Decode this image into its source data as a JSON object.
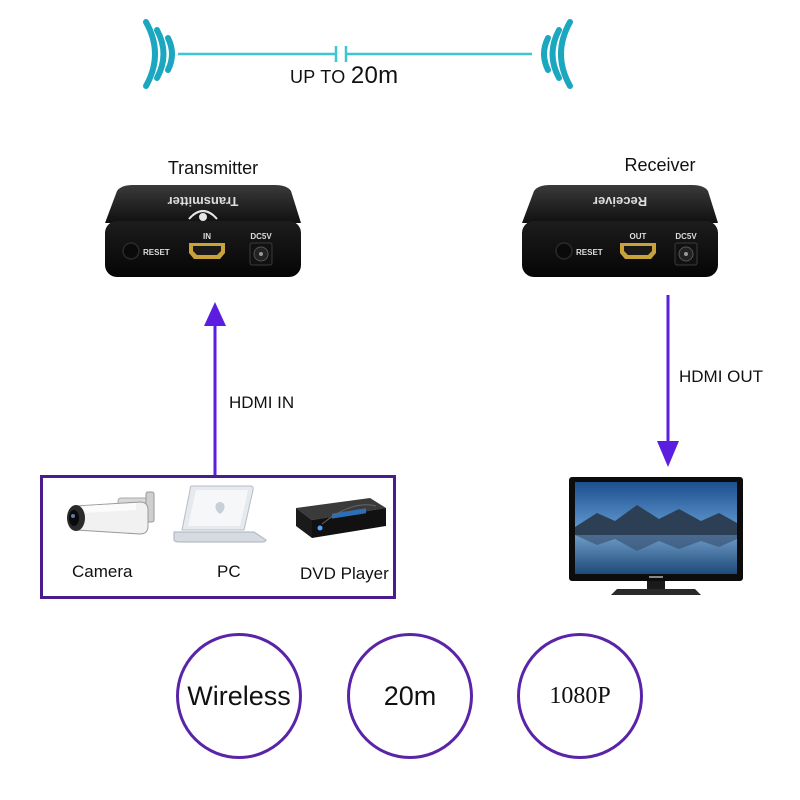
{
  "link": {
    "range_prefix": "UP TO",
    "range_value": "20m",
    "line_color": "#3cc6d2",
    "wave_color": "#1aa7bf"
  },
  "transmitter": {
    "title": "Transmitter",
    "case_text": "Transmitter",
    "reset_label": "RESET",
    "port_label": "IN",
    "power_label": "DC5V"
  },
  "receiver": {
    "title": "Receiver",
    "case_text": "Receiver",
    "reset_label": "RESET",
    "port_label": "OUT",
    "power_label": "DC5V"
  },
  "arrows": {
    "in_label": "HDMI IN",
    "out_label": "HDMI OUT",
    "color": "#5b1ee0"
  },
  "sources": {
    "items": [
      {
        "label": "Camera",
        "icon": "camera-icon"
      },
      {
        "label": "PC",
        "icon": "laptop-icon"
      },
      {
        "label": "DVD Player",
        "icon": "dvd-player-icon"
      }
    ],
    "border_color": "#4a1c8c"
  },
  "display": {
    "icon": "tv-icon"
  },
  "features": [
    {
      "label": "Wireless"
    },
    {
      "label": "20m"
    },
    {
      "label": "1080P"
    }
  ]
}
